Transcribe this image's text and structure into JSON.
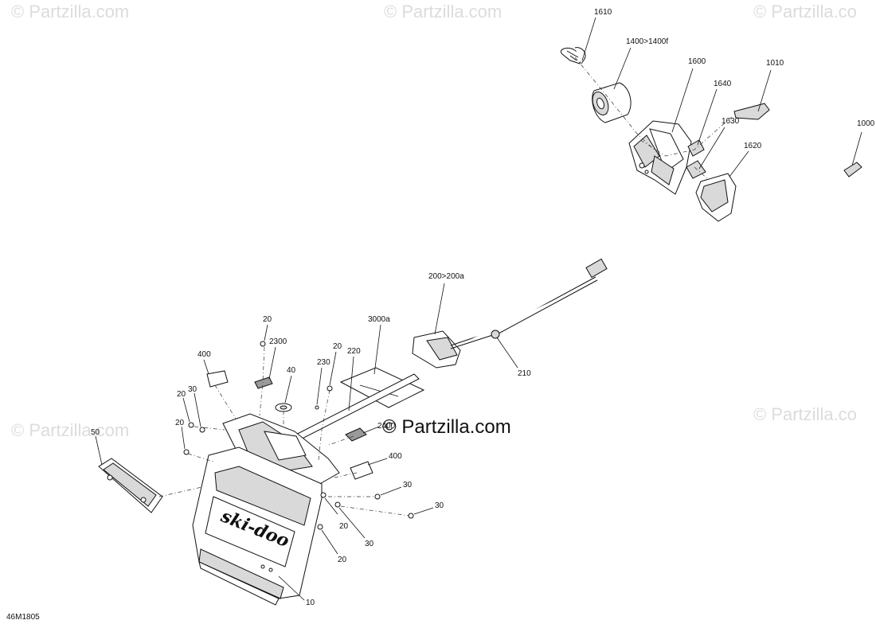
{
  "watermarks": [
    "© Partzilla.com",
    "© Partzilla.com",
    "© Partzilla.co",
    "© Partzilla.com",
    "© Partzilla.co"
  ],
  "center_watermark": "© Partzilla.com",
  "figure_code": "46M1805",
  "callouts": {
    "c1610": "1610",
    "c1400": "1400>1400f",
    "c1600": "1600",
    "c1010": "1010",
    "c1640": "1640",
    "c1630": "1630",
    "c1000": "1000",
    "c1620": "1620",
    "c200": "200>200a",
    "c210": "210",
    "c3000a": "3000a",
    "c220": "220",
    "c20a": "20",
    "c2300": "2300",
    "c20b": "20",
    "c230": "230",
    "c40": "40",
    "c400a": "400",
    "c20c": "20",
    "c30a": "30",
    "c20d": "20",
    "c2400": "2400",
    "c400b": "400",
    "c50": "50",
    "c30b": "30",
    "c30c": "30",
    "c20e": "20",
    "c30d": "30",
    "c20f": "20",
    "c10": "10"
  },
  "flap_logo": "ski-doo"
}
